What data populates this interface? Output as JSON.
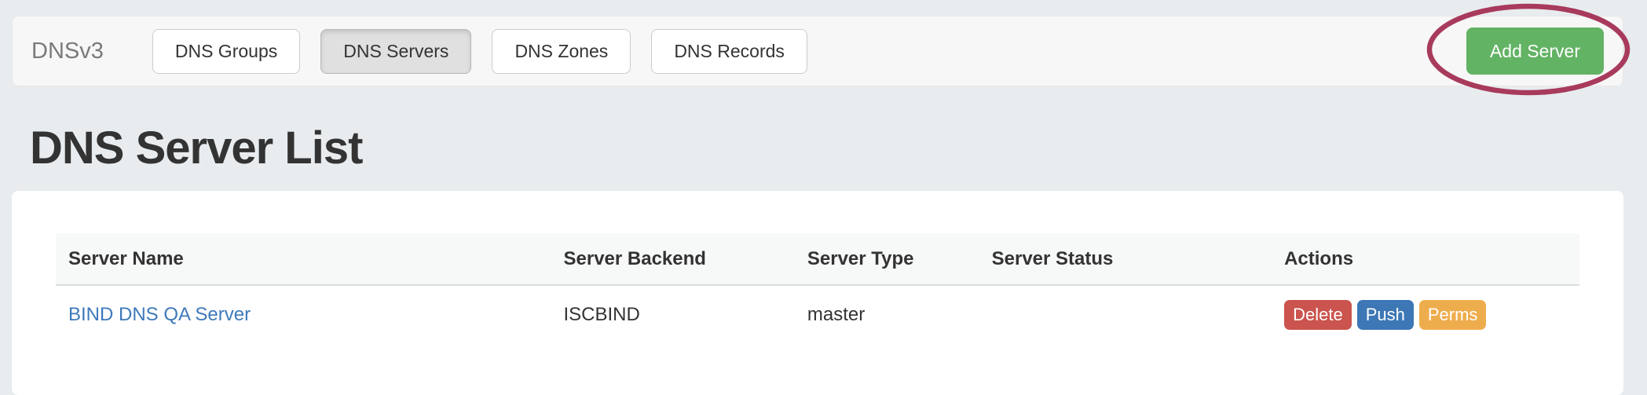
{
  "header": {
    "brand": "DNSv3",
    "nav_items": [
      {
        "label": "DNS Groups",
        "active": false
      },
      {
        "label": "DNS Servers",
        "active": true
      },
      {
        "label": "DNS Zones",
        "active": false
      },
      {
        "label": "DNS Records",
        "active": false
      }
    ],
    "add_button_label": "Add Server"
  },
  "page": {
    "title": "DNS Server List"
  },
  "table": {
    "columns": [
      "Server Name",
      "Server Backend",
      "Server Type",
      "Server Status",
      "Actions"
    ],
    "rows": [
      {
        "server_name": "BIND DNS QA Server",
        "server_backend": "ISCBIND",
        "server_type": "master",
        "server_status": "",
        "actions": [
          "Delete",
          "Push",
          "Perms"
        ]
      }
    ]
  },
  "annotation": {
    "shape": "ellipse",
    "target": "Add Server",
    "color": "#a83a5c"
  },
  "colors": {
    "link": "#3e79bb",
    "add_button": "#63b364",
    "delete_button": "#cb544e",
    "push_button": "#3d77b5",
    "perms_button": "#eead4d",
    "navbar_bg": "#f7f7f7",
    "page_bg": "#e8ecef"
  }
}
